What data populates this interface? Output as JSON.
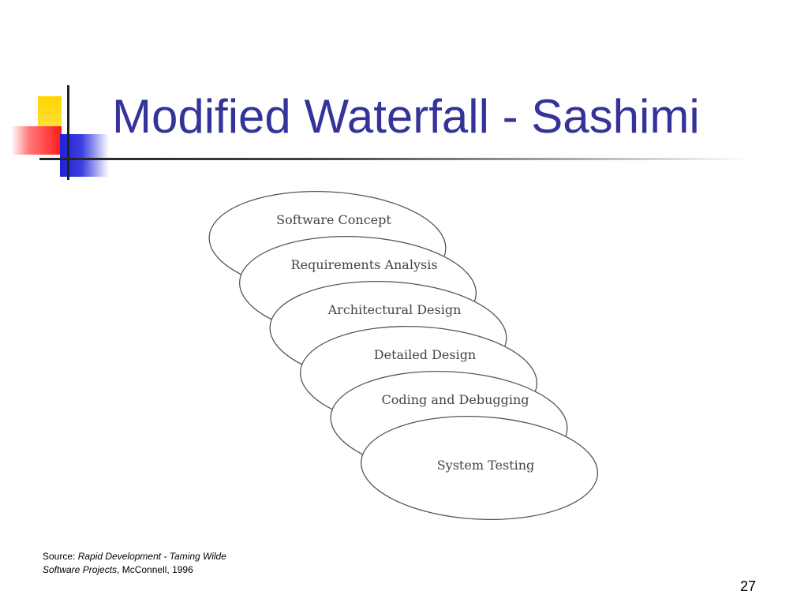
{
  "slide": {
    "title": "Modified Waterfall - Sashimi",
    "page_number": "27"
  },
  "diagram": {
    "phases": [
      "Software Concept",
      "Requirements Analysis",
      "Architectural Design",
      "Detailed Design",
      "Coding and Debugging",
      "System Testing"
    ]
  },
  "source": {
    "prefix": "Source:",
    "book_title_line1": "Rapid Development - Taming Wilde",
    "book_title_line2": "Software Projects",
    "suffix": ", McConnell, 1996"
  },
  "colors": {
    "title": "#333399",
    "logo_yellow": "#ffd400",
    "logo_red": "#ff1a1a",
    "logo_blue": "#1d22d8"
  }
}
